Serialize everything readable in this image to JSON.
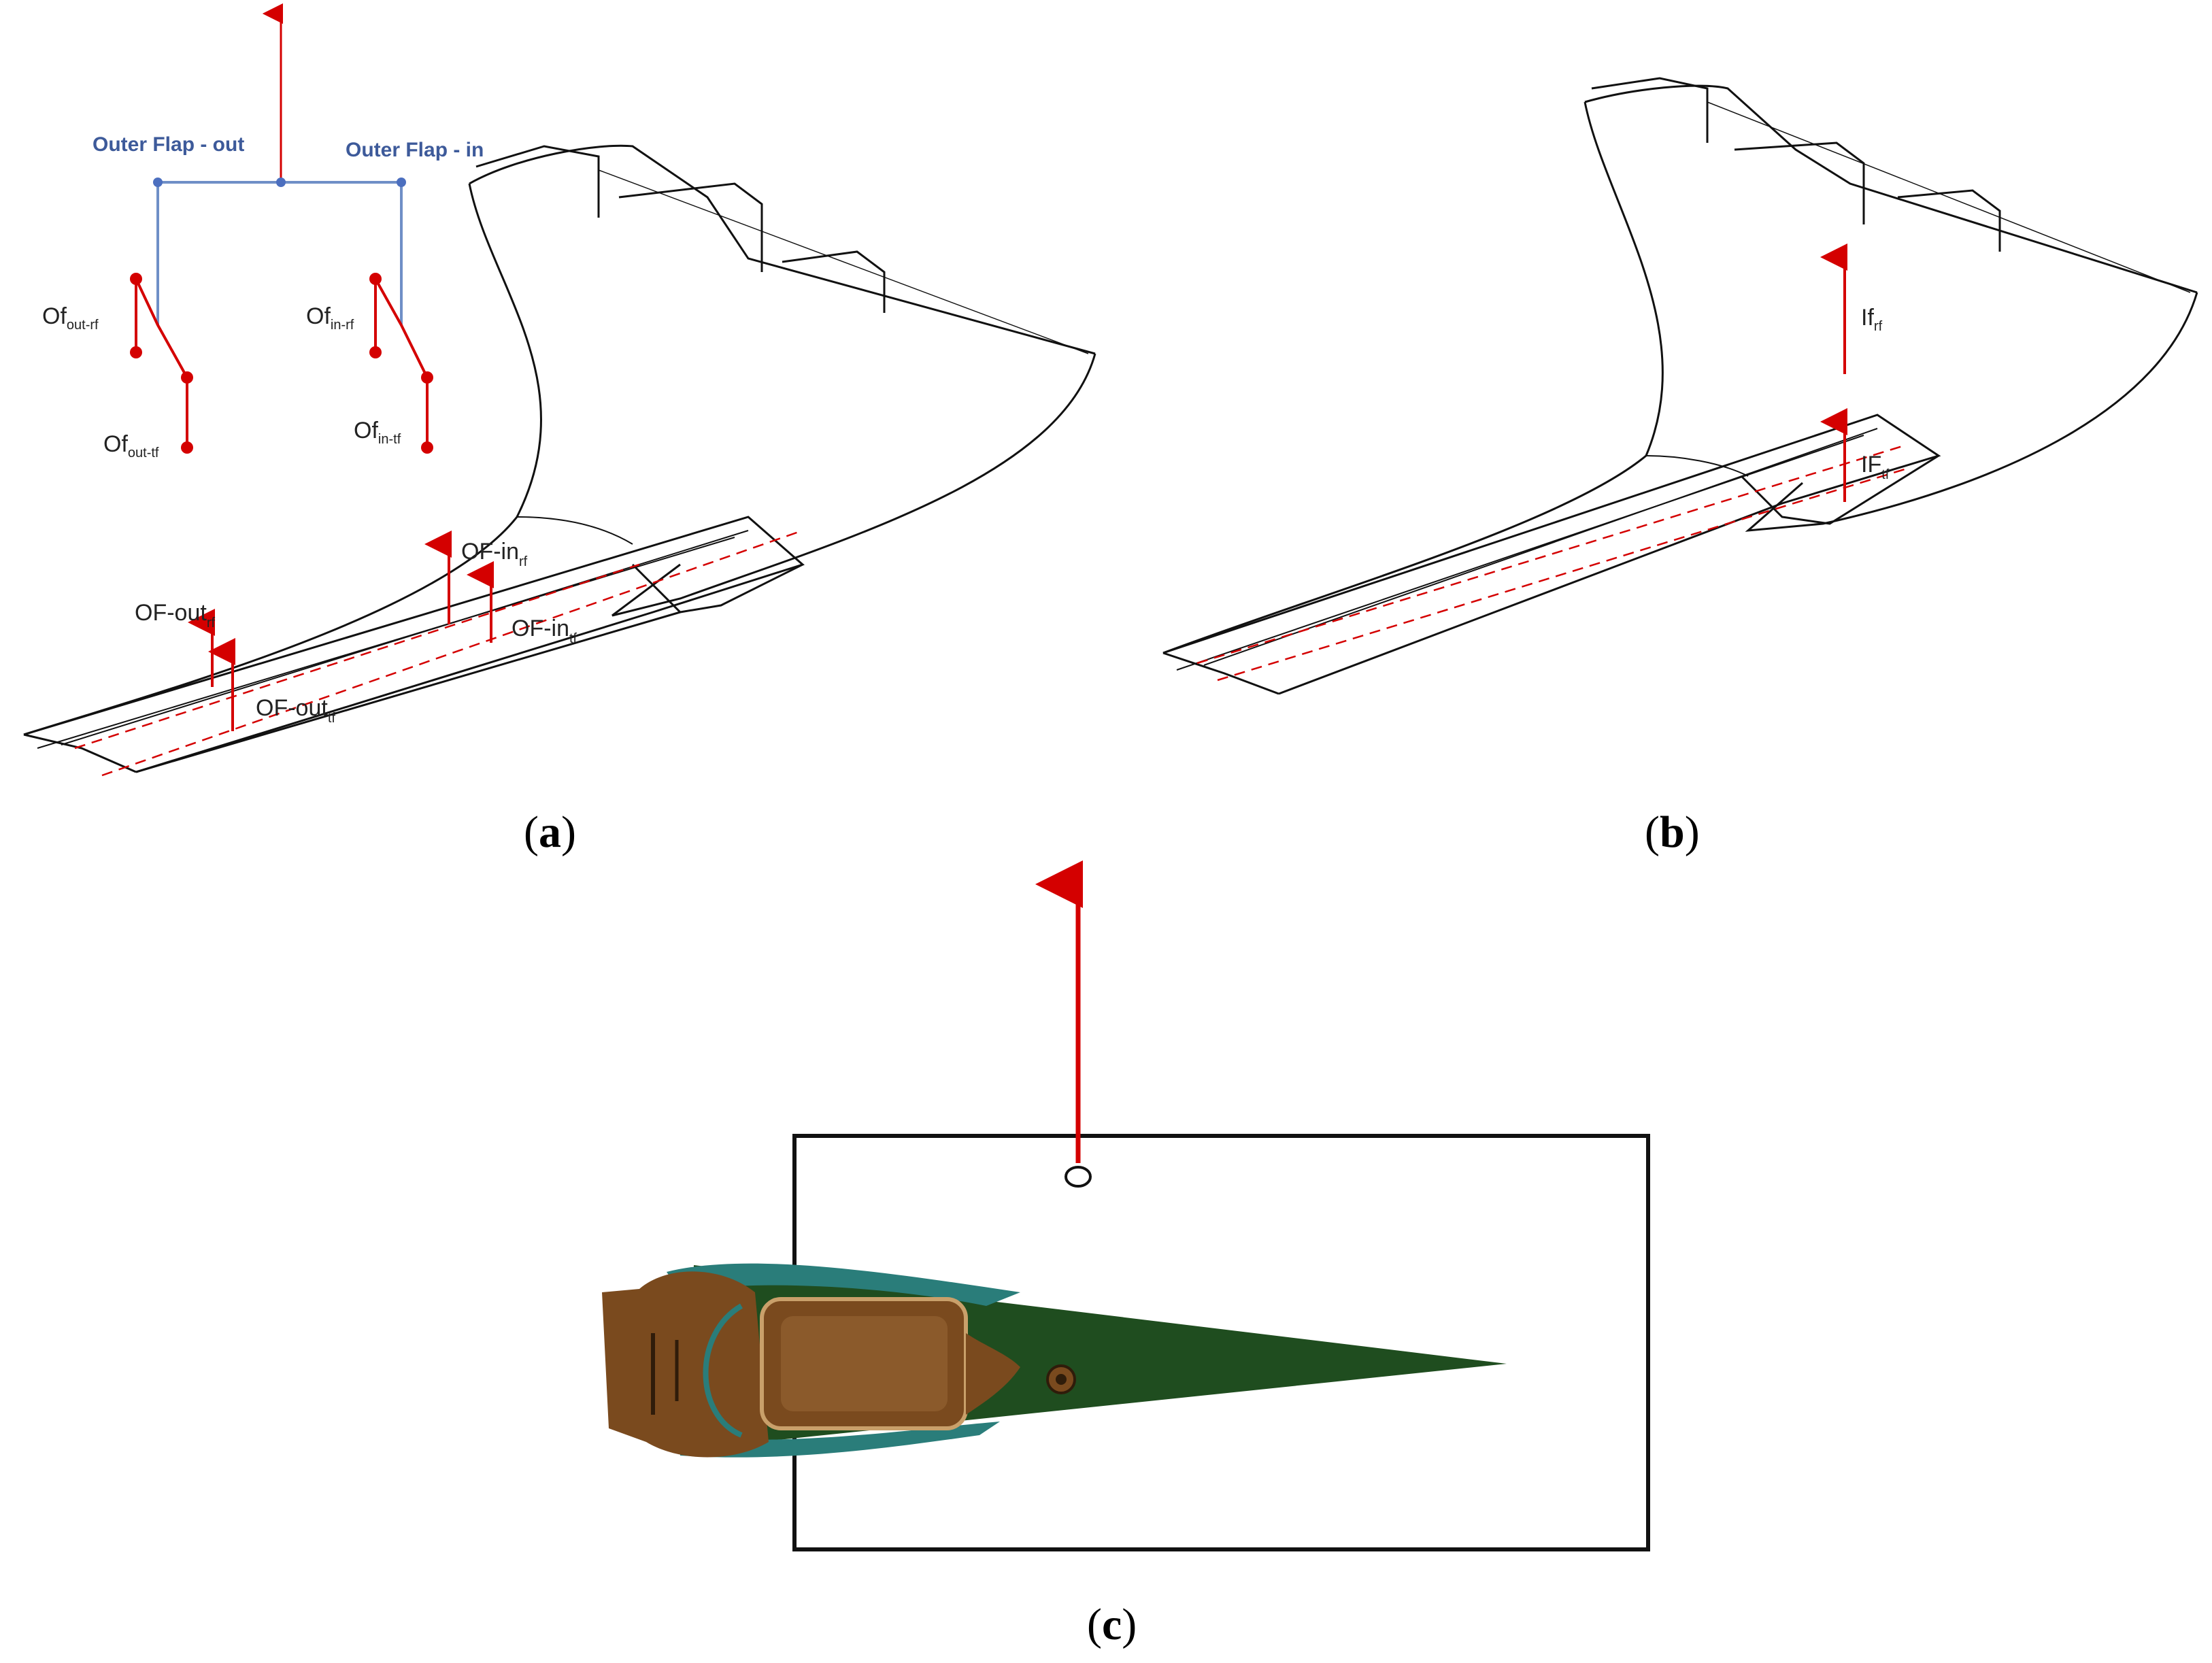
{
  "panel_a": {
    "tree": {
      "left_label": "Outer Flap - out",
      "right_label": "Outer Flap - in",
      "leaves": [
        {
          "base": "Of",
          "sub": "out-rf"
        },
        {
          "base": "Of",
          "sub": "out-tf"
        },
        {
          "base": "Of",
          "sub": "in-rf"
        },
        {
          "base": "Of",
          "sub": "in-tf"
        }
      ]
    },
    "forces": [
      {
        "base": "OF-out",
        "sub": "rf"
      },
      {
        "base": "OF-out",
        "sub": "tf"
      },
      {
        "base": "OF-in",
        "sub": "rf"
      },
      {
        "base": "OF-in",
        "sub": "tf"
      }
    ],
    "caption_open": "(",
    "caption_letter": "a",
    "caption_close": ")"
  },
  "panel_b": {
    "forces": [
      {
        "base": "If",
        "sub": "rf"
      },
      {
        "base": "IF",
        "sub": "tf"
      }
    ],
    "caption_open": "(",
    "caption_letter": "b",
    "caption_close": ")"
  },
  "panel_c": {
    "caption_open": "(",
    "caption_letter": "c",
    "caption_close": ")"
  },
  "colors": {
    "force_arrow": "#d40000",
    "tree_line": "#6f8fc7",
    "flap_brown": "#7a4a1e",
    "flap_green": "#1f4d1f",
    "flap_teal": "#2a7d7a"
  }
}
